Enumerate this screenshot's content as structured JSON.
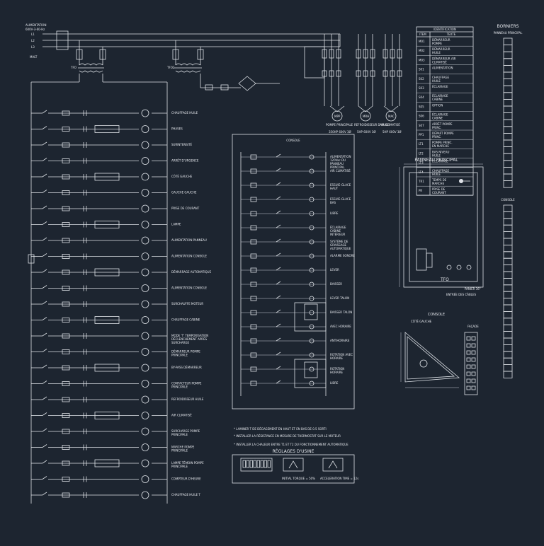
{
  "colors": {
    "background": "#1d2530",
    "ink": "#e6e9ee"
  },
  "supply": {
    "title": "ALIMENTATION",
    "subtitle": "600V-3-60-Hz",
    "phases": [
      "L1",
      "L2",
      "L3",
      "MALT"
    ]
  },
  "transformers": {
    "tfo": "TFO",
    "tfo2": "TFO2"
  },
  "left_ladder": [
    {
      "label": "CHAUFFAGE HUILE"
    },
    {
      "label": "PHASES"
    },
    {
      "label": "SURINTENSITÉ"
    },
    {
      "label": "ARRÊT D'URGENCE"
    },
    {
      "label": "CÔTÉ GAUCHE"
    },
    {
      "label": "GAUCHE GAUCHE"
    },
    {
      "label": "PRISE DE COURANT"
    },
    {
      "label": "LAMPE"
    },
    {
      "label": "ALIMENTATION PANNEAU"
    },
    {
      "label": "ALIMENTATION CONSOLE"
    },
    {
      "label": "DÉMARRAGE AUTOMATIQUE"
    },
    {
      "label": "ALIMENTATION CONSOLE"
    },
    {
      "label": "SURCHAUFFE MOTEUR"
    },
    {
      "label": "CHAUFFAGE CABINE"
    },
    {
      "label": "MODE 'T' TEMPORISATION DÉCLENCHEMENT APRÈS SURCHARGE"
    },
    {
      "label": "DÉMARREUR POMPE PRINCIPALE"
    },
    {
      "label": "BY-PASS DÉMARREUR"
    },
    {
      "label": "CONTACTEUR POMPE PRINCIPALE"
    },
    {
      "label": "REFROIDISSEUR HUILE"
    },
    {
      "label": "AIR CLIMATISÉ"
    },
    {
      "label": "SURCHARGE POMPE PRINCIPALE"
    },
    {
      "label": "MARCHE POMPE PRINCIPALE"
    },
    {
      "label": "LAMPE TÉMOIN POMPE PRINCIPALE"
    },
    {
      "label": "COMPTEUR D'HEURE"
    },
    {
      "label": "CHAUFFAGE HUILE T"
    }
  ],
  "motors": [
    {
      "tag": "MPP",
      "label": "POMPE PRINCIPALE",
      "spec": "350HP 600V 3Ø"
    },
    {
      "tag": "MRH",
      "label": "REFROIDISSEUR D'HUILE",
      "spec": "5HP 600V 3Ø"
    },
    {
      "tag": "MAC",
      "label": "AIR CLIMATISÉ",
      "spec": "5HP 600V 3Ø"
    }
  ],
  "identification": {
    "title": "IDENTIFICATION",
    "headers": [
      "ITEM",
      "TEXTE"
    ],
    "rows": [
      [
        "M01",
        "DÉMARREUR POMPE"
      ],
      [
        "M02",
        "DÉMARREUR HUILE"
      ],
      [
        "M03",
        "DÉMARREUR AIR CLIMATISÉ"
      ],
      [
        "S01",
        "ALIMENTATION"
      ],
      [
        "S02",
        "CHAUFFAGE HUILE"
      ],
      [
        "S03",
        "ÉCLAIRAGE"
      ],
      [
        "S04",
        "ÉCLAIRAGE CABINE"
      ],
      [
        "S05",
        "OPTION"
      ],
      [
        "S06",
        "ÉCLAIRAGE CABINE"
      ],
      [
        "S07",
        "ARRÊT POMPE PRINC."
      ],
      [
        "PP1",
        "DÉPART POMPE PRINC."
      ],
      [
        "LT1",
        "POMPE PRINC. EN MARCHE"
      ],
      [
        "LT2",
        "BAS NIVEAU HUILE"
      ],
      [
        "LT3",
        "ÉCLAIRAGE"
      ],
      [
        "LT4",
        "CHAUFFAGE HUILE"
      ],
      [
        "TR1",
        "TEMPS DE MARCHE"
      ],
      [
        "PR",
        "PRISE DE COURANT"
      ]
    ]
  },
  "bornes": {
    "title": "BORNIERS",
    "panel_label": "PANNEAU PRINCIPAL",
    "console_label": "CONSOLE"
  },
  "console": {
    "title": "CONSOLE",
    "entries": [
      "ALIMENTATION 120Vac DU PANNEAU PRINCIPAL",
      "AIR CLIMATISÉ",
      "ESSUIE-GLACE HAUT",
      "ESSUIE-GLACE BAS",
      "LIBRE",
      "ÉCLAIRAGE CABINE INTÉRIEUR",
      "SYSTÈME DE GRAISSAGE AUTOMATIQUE",
      "ALARME SONORE",
      "LEVER",
      "BAISSER",
      "LEVER TALON",
      "BAISSER TALON",
      "AVEC HORAIRE",
      "ANTIHORAIRE",
      "ROTATION AVEC HORAIRE",
      "ROTATION HORAIRE",
      "LIBRE"
    ]
  },
  "panneau": {
    "title": "PANNEAU PRINCIPAL",
    "tag": "TFO",
    "note1": "ENTRÉE DES CÂBLES",
    "note2": "PANIER 36\""
  },
  "console_drawing": {
    "title": "CONSOLE",
    "side": "CÔTÉ GAUCHE",
    "face": "FAÇADE"
  },
  "reglages": {
    "title": "RÉGLAGES D'USINE",
    "label1": "INITIAL TORQUE = 50%",
    "label2": "ACCELERATION TIME = 12s"
  },
  "notes": [
    "* LAMINER T DE DÉGAGEMENT EN HAUT ET EN BAS DE 0.5 SORTI",
    "* INSTALLER LA RÉSISTANCE EN MESURE DE THERMOSTAT SUR LE MOTEUR",
    "* INSTALLER LA CHALEUR ENTRE T1 ET T2 DU FONCTIONNEMENT AUTOMATIQUE"
  ]
}
